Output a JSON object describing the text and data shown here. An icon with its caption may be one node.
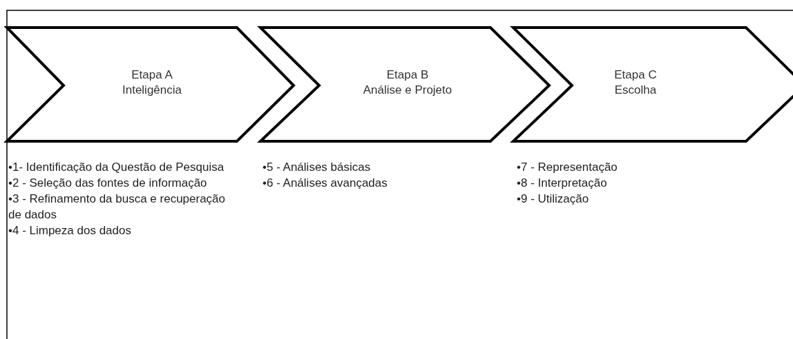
{
  "diagram": {
    "nodes": [
      {
        "text": [
          "Etapa A",
          "Inteligência"
        ],
        "beside": [
          "•1- Identificação da Questão de Pesquisa",
          "•2 - Seleção das fontes de informação",
          "•3 - Refinamento da busca e recuperação de dados",
          "•4 - Limpeza dos dados"
        ]
      },
      {
        "text": [
          "Etapa B",
          "Análise e Projeto"
        ],
        "beside": [
          "•5 - Análises básicas",
          "•6 - Análises avançadas"
        ]
      },
      {
        "text": [
          "Etapa C",
          "Escolha"
        ],
        "beside": [
          "•7 - Representação",
          "•8 - Interpretação",
          "•9 - Utilização"
        ]
      }
    ]
  }
}
